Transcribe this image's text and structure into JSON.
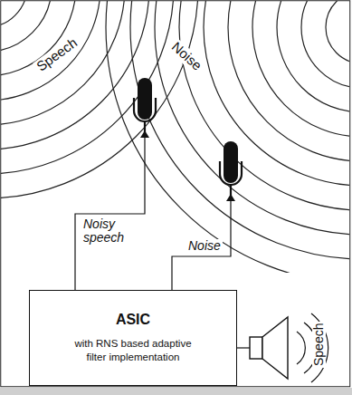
{
  "diagram": {
    "nodes": [
      {
        "text": [
          "ASIC",
          "with RNS based adaptive filter implementation"
        ]
      }
    ],
    "labels": [
      "Speech",
      "Noise",
      "Noisy speech",
      "Noise",
      "Speech"
    ]
  }
}
